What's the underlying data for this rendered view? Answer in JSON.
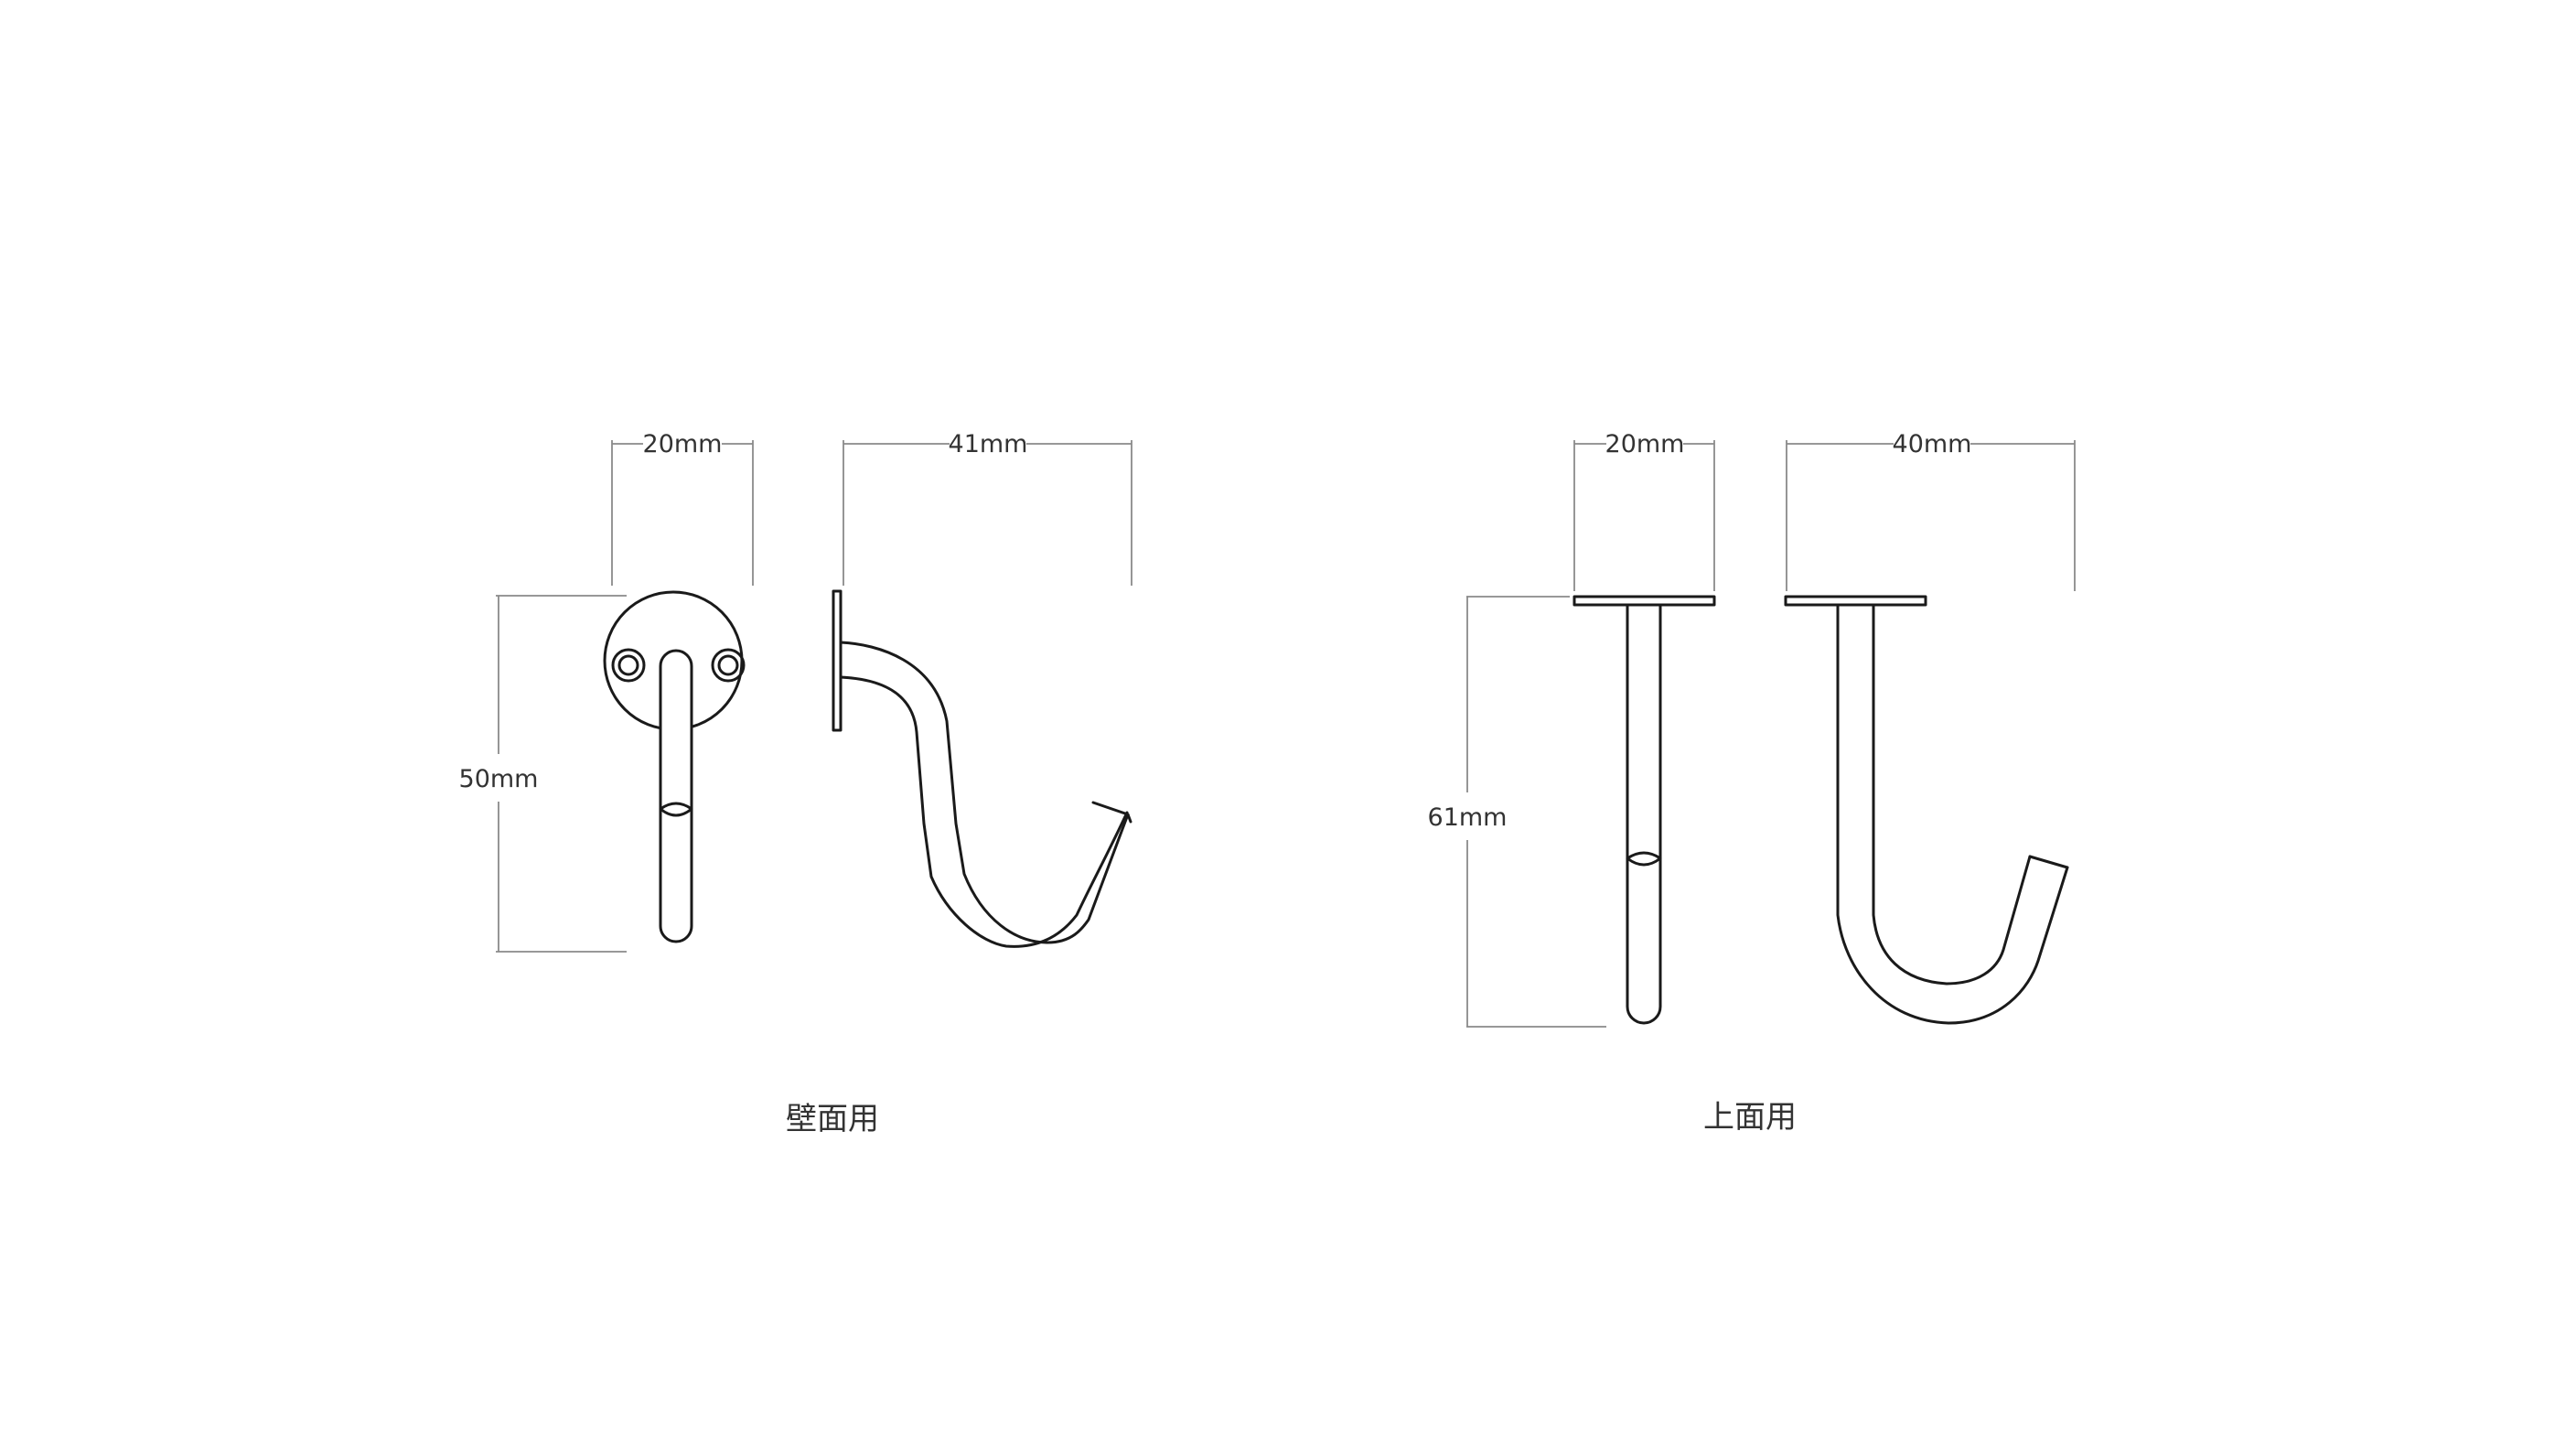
{
  "wall_mount": {
    "caption": "壁面用",
    "front_width": "20mm",
    "side_depth": "41mm",
    "height": "50mm"
  },
  "top_mount": {
    "caption": "上面用",
    "front_width": "20mm",
    "side_depth": "40mm",
    "height": "61mm"
  },
  "colors": {
    "outline": "#1a1a1a",
    "dimension_line": "#8a8a8a",
    "text": "#333333",
    "background": "#ffffff"
  }
}
